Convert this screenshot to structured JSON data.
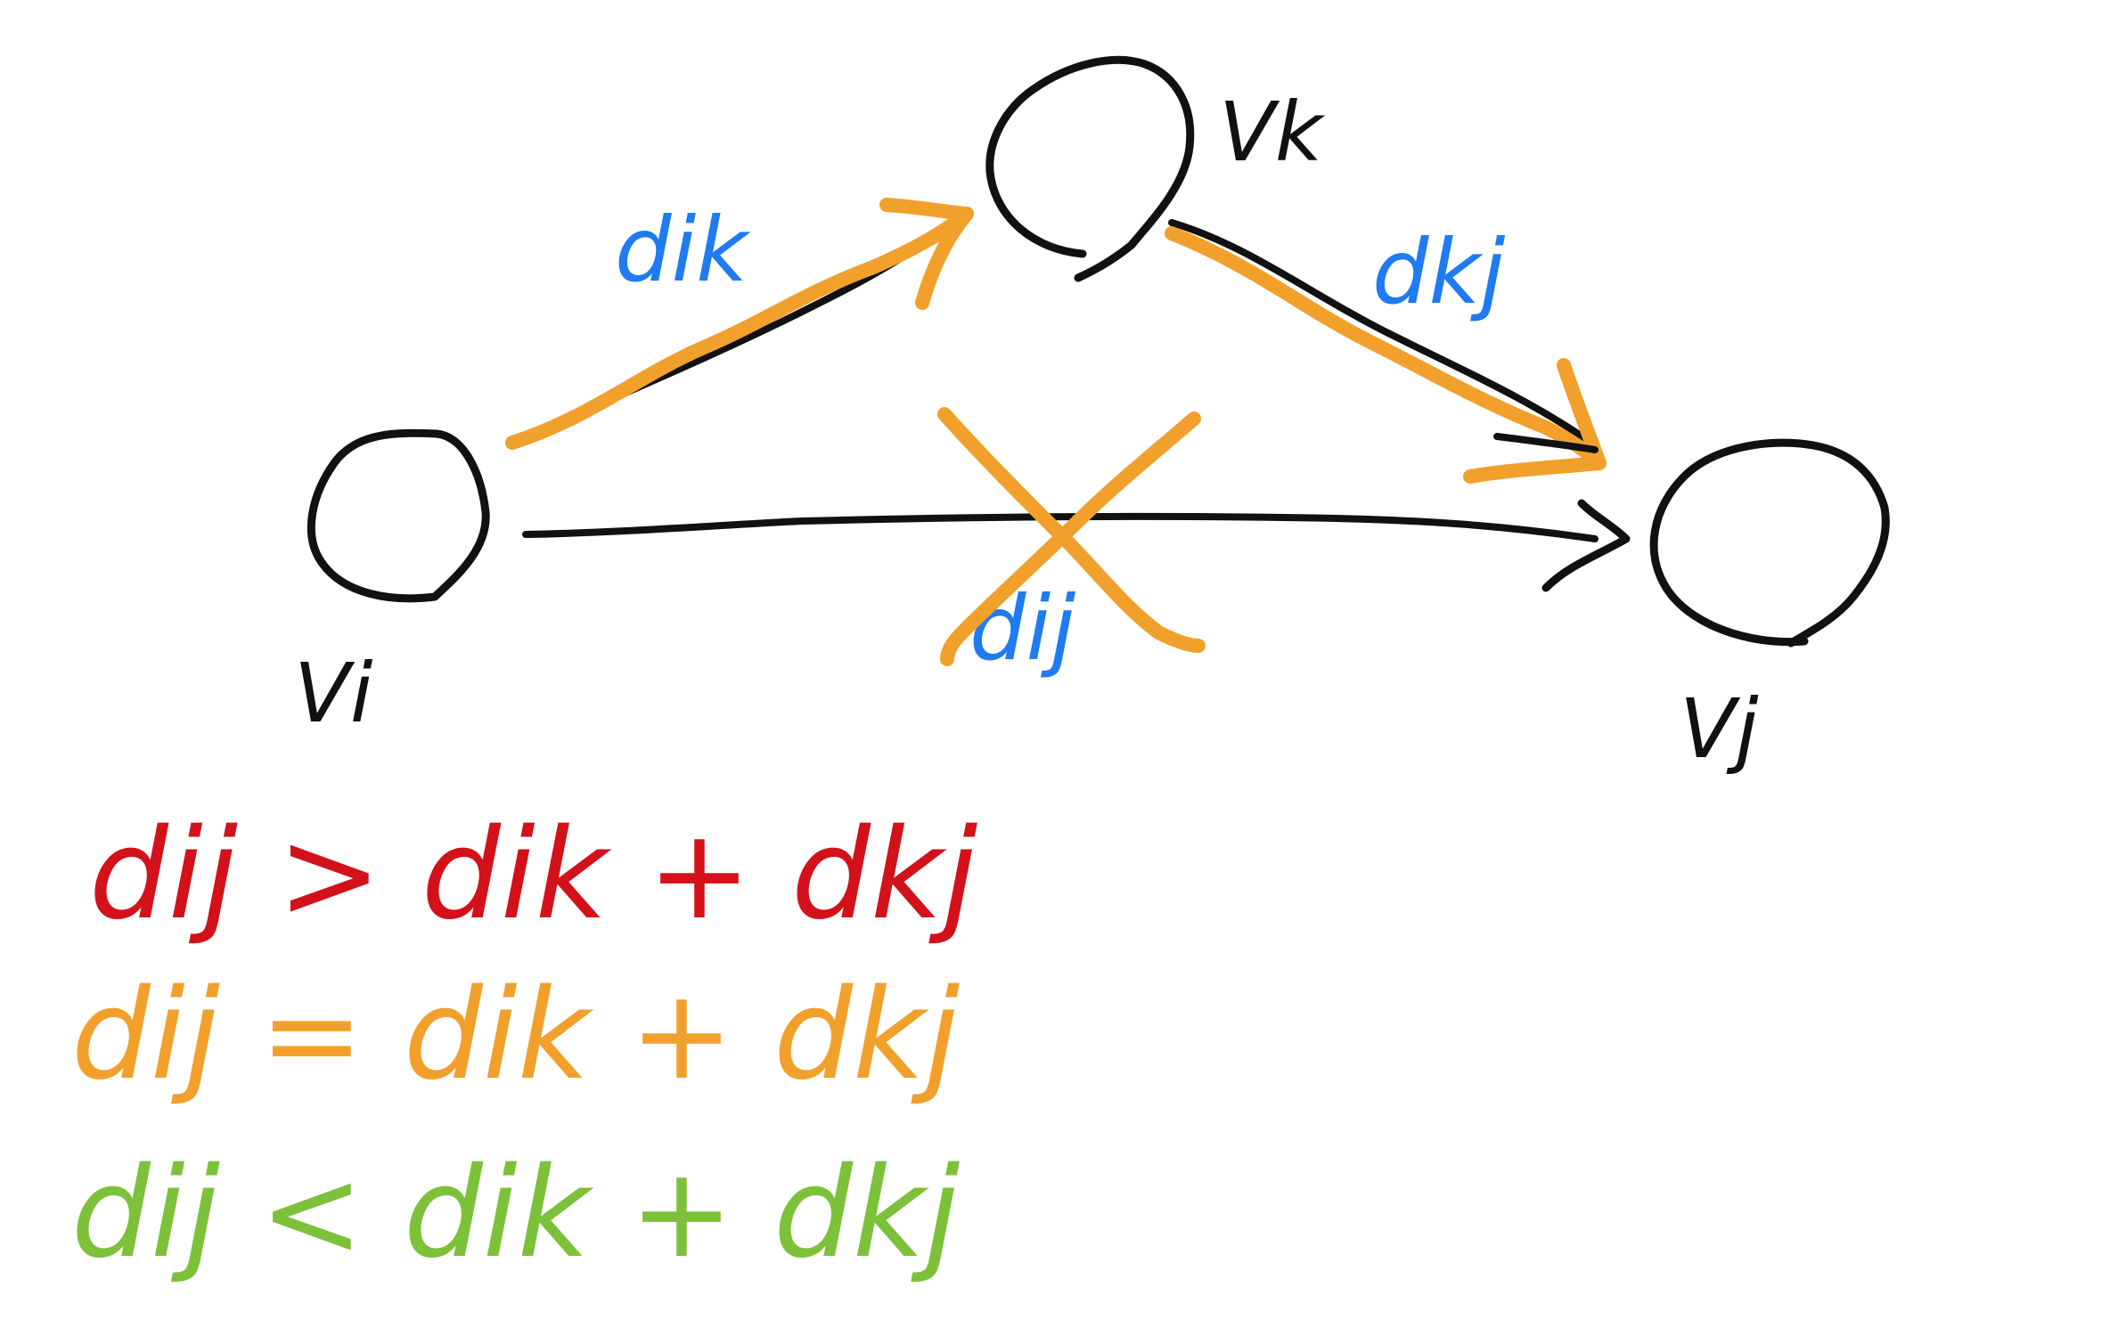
{
  "colors": {
    "black": "#111111",
    "orange": "#F2A02C",
    "blue": "#1E7BF0",
    "red": "#D3111B",
    "green": "#7DC13A",
    "background": "#FFFFFF"
  },
  "nodes": {
    "vi": {
      "label": "Vi"
    },
    "vk": {
      "label": "Vk"
    },
    "vj": {
      "label": "Vj"
    }
  },
  "edges": {
    "ik": {
      "label": "dik"
    },
    "kj": {
      "label": "dkj"
    },
    "ij": {
      "label": "dij"
    }
  },
  "equations": [
    {
      "text": "dij > dik + dkj",
      "color": "#D3111B"
    },
    {
      "text": "dij = dik + dkj",
      "color": "#F2A02C"
    },
    {
      "text": "dij < dik + dkj",
      "color": "#7DC13A"
    }
  ]
}
